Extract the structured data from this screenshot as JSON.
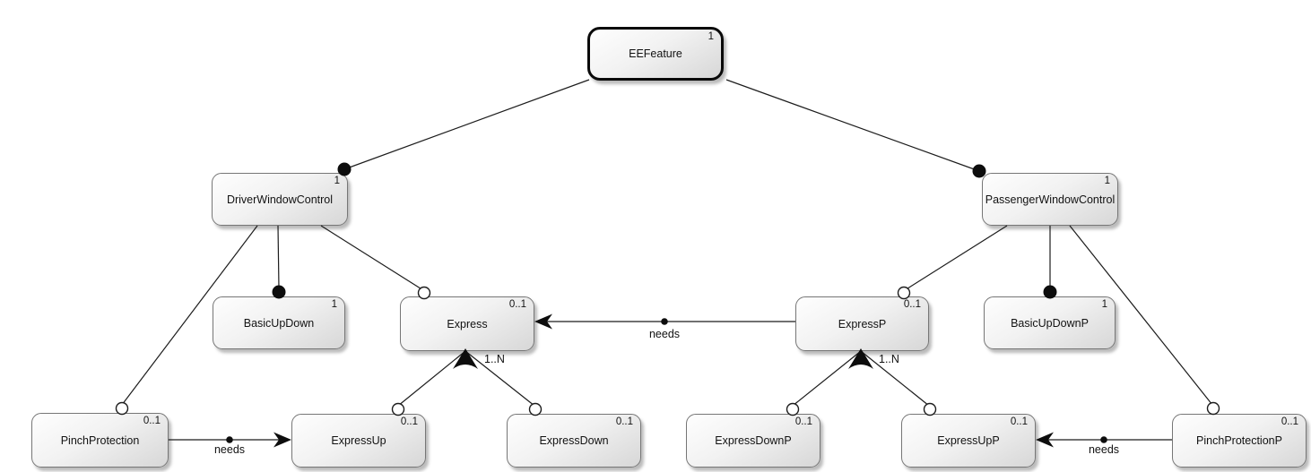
{
  "diagram": {
    "type": "feature-model",
    "colors": {
      "background": "#ffffff",
      "node_fill_top": "#fefefe",
      "node_fill_bottom": "#d7d7d7",
      "node_border": "#767676",
      "root_border": "#0a0a0a",
      "edge": "#1c1c1c"
    },
    "nodes": [
      {
        "id": "EEFeature",
        "label": "EEFeature",
        "multiplicity": "1"
      },
      {
        "id": "DriverWindowControl",
        "label": "DriverWindowControl",
        "multiplicity": "1"
      },
      {
        "id": "PassengerWindowControl",
        "label": "PassengerWindowControl",
        "multiplicity": "1"
      },
      {
        "id": "BasicUpDown",
        "label": "BasicUpDown",
        "multiplicity": "1"
      },
      {
        "id": "Express",
        "label": "Express",
        "multiplicity": "0..1"
      },
      {
        "id": "ExpressP",
        "label": "ExpressP",
        "multiplicity": "0..1"
      },
      {
        "id": "BasicUpDownP",
        "label": "BasicUpDownP",
        "multiplicity": "1"
      },
      {
        "id": "PinchProtection",
        "label": "PinchProtection",
        "multiplicity": "0..1"
      },
      {
        "id": "ExpressUp",
        "label": "ExpressUp",
        "multiplicity": "0..1"
      },
      {
        "id": "ExpressDown",
        "label": "ExpressDown",
        "multiplicity": "0..1"
      },
      {
        "id": "ExpressDownP",
        "label": "ExpressDownP",
        "multiplicity": "0..1"
      },
      {
        "id": "ExpressUpP",
        "label": "ExpressUpP",
        "multiplicity": "0..1"
      },
      {
        "id": "PinchProtectionP",
        "label": "PinchProtectionP",
        "multiplicity": "0..1"
      }
    ],
    "edges": [
      {
        "from": "EEFeature",
        "to": "DriverWindowControl",
        "type": "mandatory"
      },
      {
        "from": "EEFeature",
        "to": "PassengerWindowControl",
        "type": "mandatory"
      },
      {
        "from": "DriverWindowControl",
        "to": "PinchProtection",
        "type": "optional"
      },
      {
        "from": "DriverWindowControl",
        "to": "BasicUpDown",
        "type": "mandatory"
      },
      {
        "from": "DriverWindowControl",
        "to": "Express",
        "type": "optional"
      },
      {
        "from": "PassengerWindowControl",
        "to": "ExpressP",
        "type": "optional"
      },
      {
        "from": "PassengerWindowControl",
        "to": "BasicUpDownP",
        "type": "mandatory"
      },
      {
        "from": "PassengerWindowControl",
        "to": "PinchProtectionP",
        "type": "optional"
      },
      {
        "from": "Express",
        "to": [
          "ExpressUp",
          "ExpressDown"
        ],
        "type": "or-group",
        "cardinality": "1..N"
      },
      {
        "from": "ExpressP",
        "to": [
          "ExpressDownP",
          "ExpressUpP"
        ],
        "type": "or-group",
        "cardinality": "1..N"
      },
      {
        "from": "PinchProtection",
        "to": "ExpressUp",
        "type": "needs",
        "label": "needs"
      },
      {
        "from": "ExpressP",
        "to": "Express",
        "type": "needs",
        "label": "needs"
      },
      {
        "from": "PinchProtectionP",
        "to": "ExpressUpP",
        "type": "needs",
        "label": "needs"
      }
    ]
  }
}
